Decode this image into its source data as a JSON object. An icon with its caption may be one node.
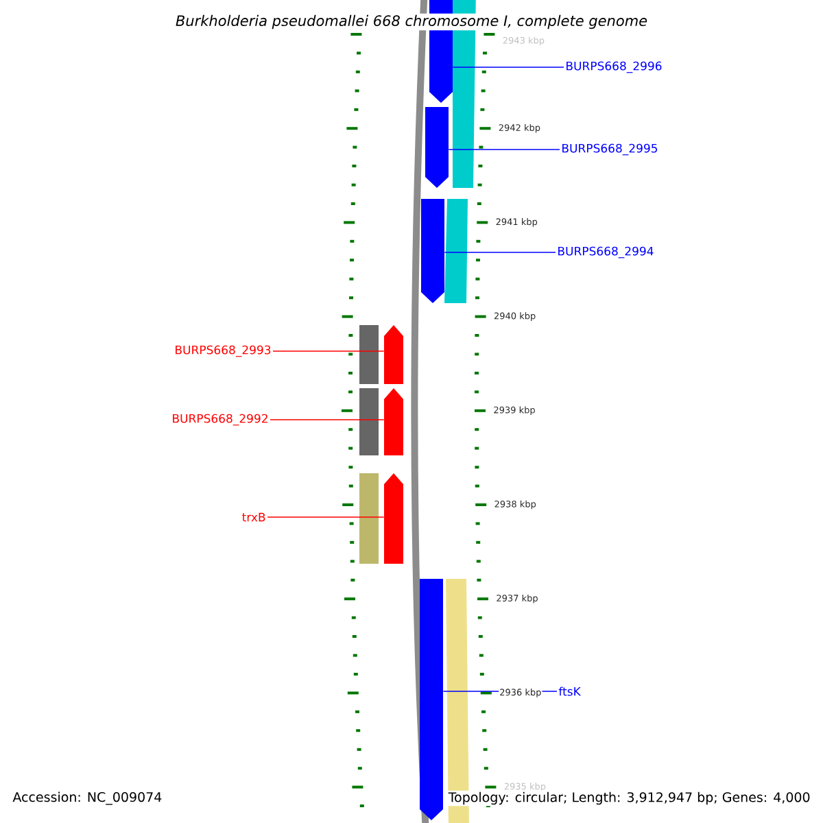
{
  "diagram": {
    "title": "Burkholderia pseudomallei 668 chromosome I, complete genome",
    "nodes": [
      {
        "text": [
          "BURPS668_2996"
        ]
      },
      {
        "text": [
          "BURPS668_2995"
        ]
      },
      {
        "text": [
          "BURPS668_2994"
        ]
      },
      {
        "text": [
          "BURPS668_2993"
        ]
      },
      {
        "text": [
          "BURPS668_2992"
        ]
      },
      {
        "text": [
          "trxB"
        ]
      },
      {
        "text": [
          "ftsK"
        ]
      },
      {
        "text": [],
        "shape": "arrow"
      },
      {
        "text": [],
        "shape": "arrow"
      },
      {
        "text": [],
        "shape": "arrow"
      },
      {
        "text": [],
        "shape": "arrow"
      },
      {
        "text": [],
        "shape": "arrow"
      },
      {
        "text": [],
        "shape": "arrow"
      },
      {
        "text": [],
        "shape": "arrow"
      }
    ],
    "edges": [
      {
        "from": 0,
        "to": 7,
        "arrow": "none"
      },
      {
        "from": 1,
        "to": 8,
        "arrow": "none"
      },
      {
        "from": 2,
        "to": 9,
        "arrow": "none"
      },
      {
        "from": 3,
        "to": 10,
        "arrow": "none",
        "color": "#ff0000"
      },
      {
        "from": 4,
        "to": 11,
        "arrow": "none",
        "color": "#ff0000"
      },
      {
        "from": 5,
        "to": 12,
        "arrow": "none",
        "color": "#ff0000"
      },
      {
        "from": 6,
        "to": 13,
        "arrow": "none"
      }
    ],
    "labels": [
      "2943 kbp",
      "2942 kbp",
      "2941 kbp",
      "2940 kbp",
      "2939 kbp",
      "2938 kbp",
      "2937 kbp",
      "2936 kbp",
      "2935 kbp",
      "Accession: NC_009074",
      "Topology: circular; Length: 3,912,947 bp; Genes: 4,000"
    ]
  }
}
